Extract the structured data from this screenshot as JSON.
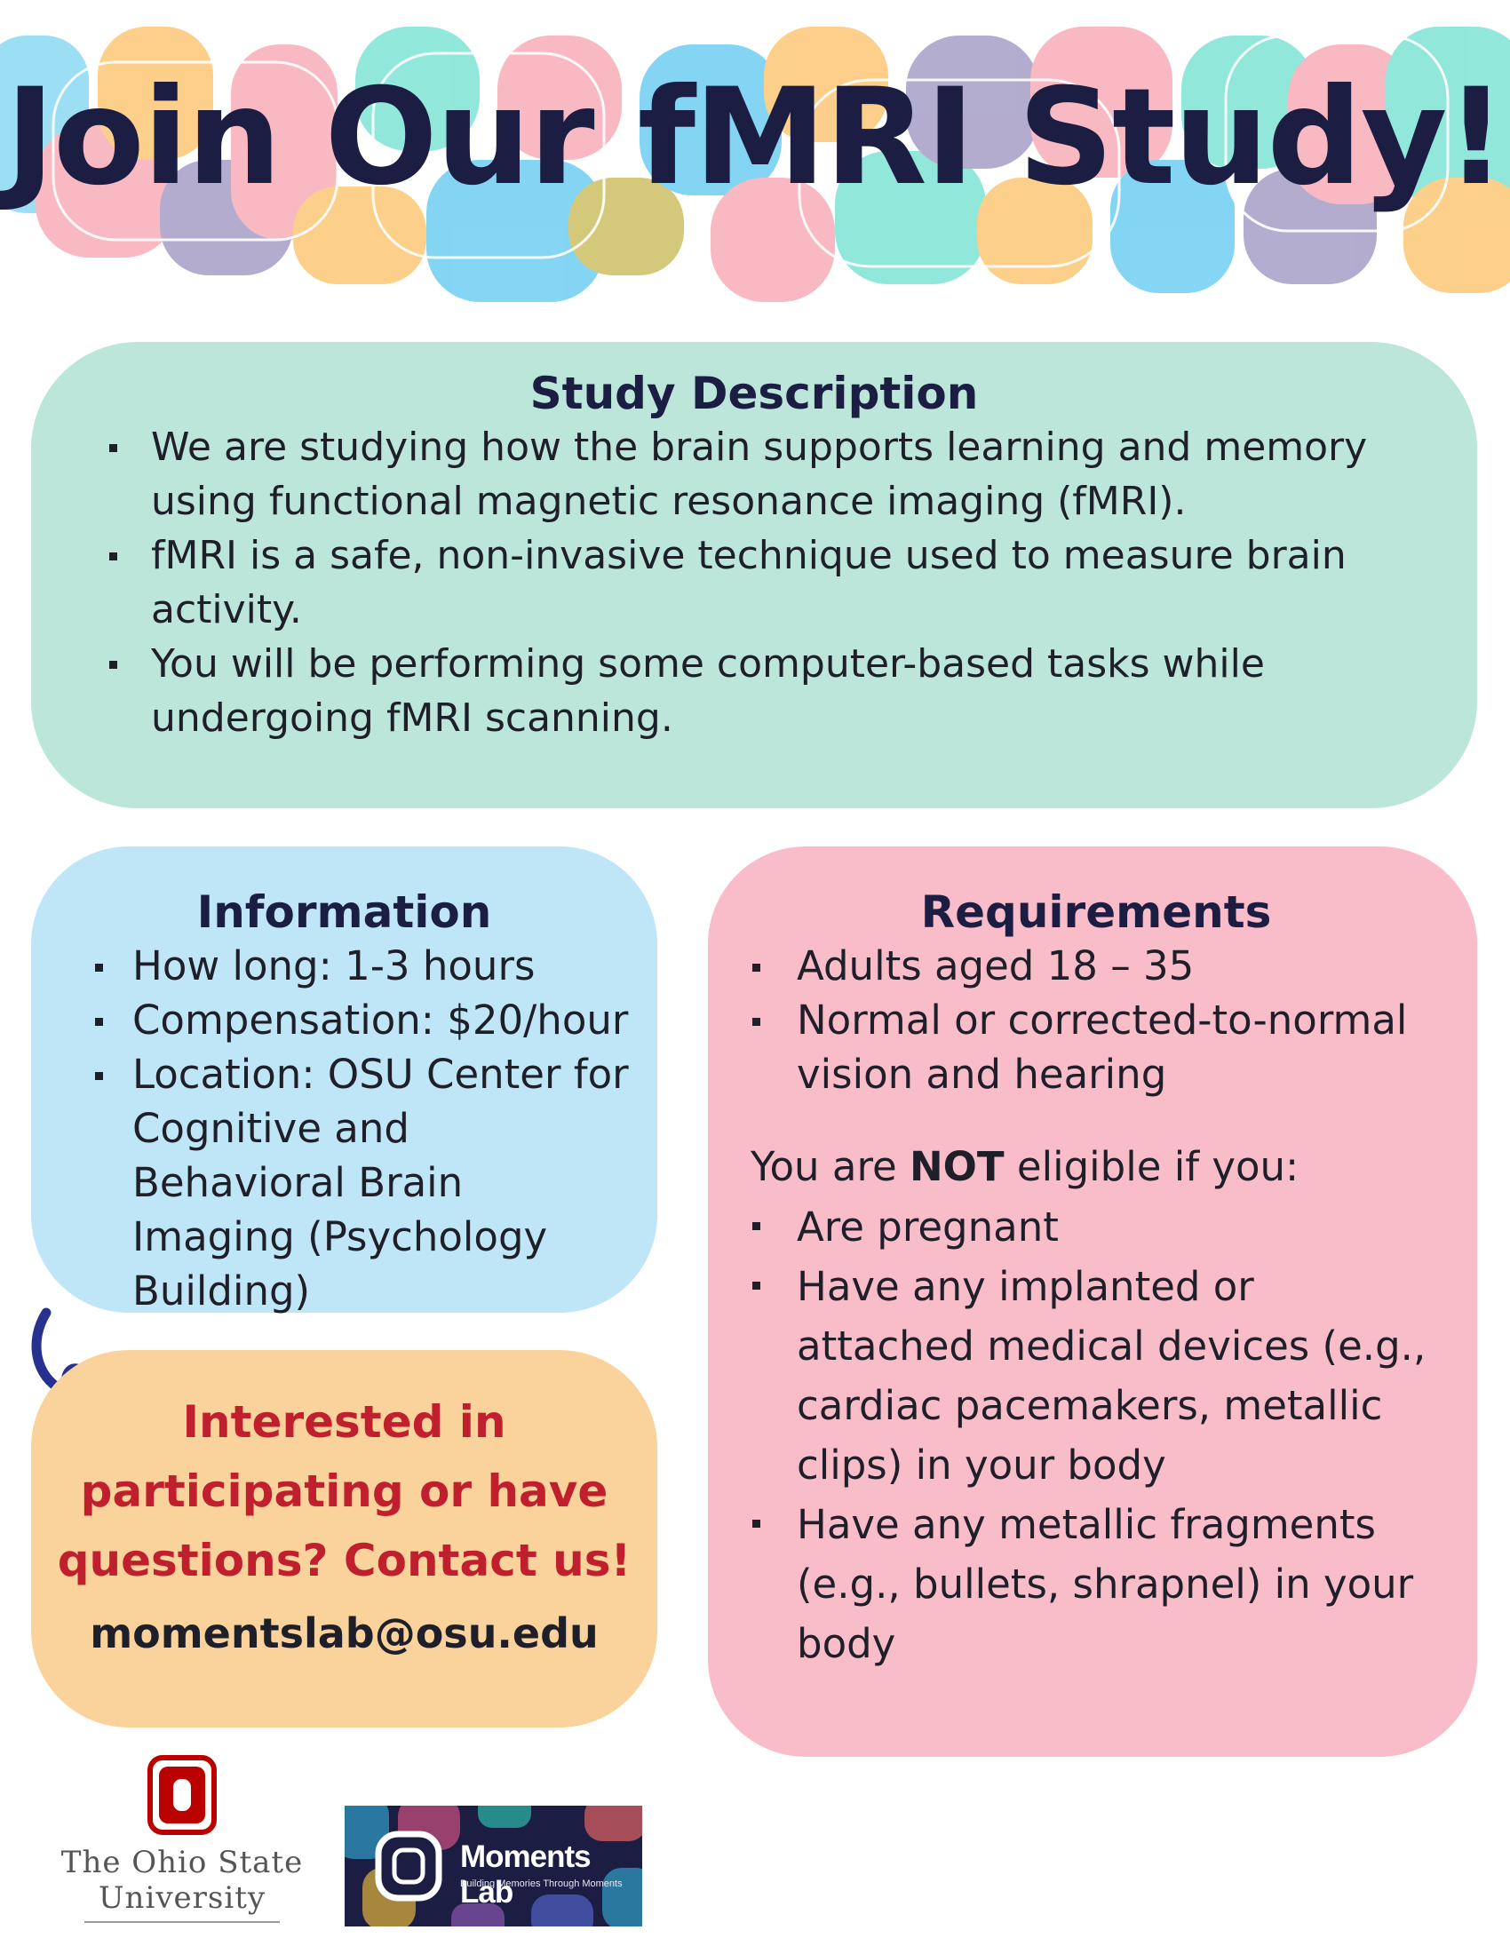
{
  "header": {
    "title": "Join Our fMRI Study!"
  },
  "description": {
    "heading": "Study Description",
    "items": [
      "We are studying how the brain supports learning and memory using functional magnetic resonance imaging (fMRI).",
      "fMRI is a safe, non-invasive technique used to measure brain activity.",
      "You will be performing some computer-based tasks while undergoing fMRI scanning."
    ]
  },
  "information": {
    "heading": "Information",
    "items": [
      "How long: 1-3 hours",
      "Compensation: $20/hour",
      "Location: OSU Center for Cognitive and Behavioral Brain Imaging (Psychology Building)"
    ]
  },
  "requirements": {
    "heading": "Requirements",
    "items": [
      "Adults aged 18 – 35",
      "Normal or corrected-to-normal vision and hearing"
    ],
    "not_eligible": {
      "prefix": "You are ",
      "emphasis": "NOT",
      "suffix": " eligible if you:",
      "items": [
        "Are pregnant",
        "Have any implanted or attached medical devices (e.g., cardiac pacemakers, metallic clips) in your body",
        "Have any metallic fragments (e.g., bullets, shrapnel) in your body"
      ]
    }
  },
  "contact": {
    "cta_lines": [
      "Interested in",
      "participating or have",
      "questions? Contact us!"
    ],
    "email": "momentslab@osu.edu"
  },
  "footer": {
    "osu_lines": [
      "The Ohio State",
      "University"
    ],
    "osu_mark": "O",
    "lab_name": "Moments Lab",
    "lab_tagline": "Building Memories Through Moments"
  },
  "colors": {
    "title": "#1b1d42",
    "description_bg": "#bce6d9",
    "information_bg": "#bfe6f7",
    "requirements_bg": "#f9bcc9",
    "contact_bg": "#fad39c",
    "cta_text": "#c0202e",
    "osu_scarlet": "#bb0000"
  }
}
